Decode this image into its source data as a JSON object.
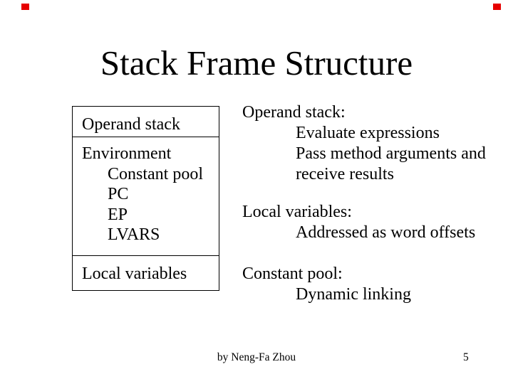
{
  "slide": {
    "title": "Stack Frame Structure",
    "stack_box": {
      "section1": [
        "Operand stack"
      ],
      "section2": [
        "Environment",
        "Constant pool",
        "PC",
        "EP",
        "LVARS"
      ],
      "section3": [
        "Local variables"
      ]
    },
    "notes": [
      {
        "heading": "Operand stack:",
        "lines": [
          "Evaluate expressions",
          "Pass method arguments and",
          "receive results"
        ]
      },
      {
        "heading": "Local variables:",
        "lines": [
          "Addressed as word offsets"
        ]
      },
      {
        "heading": "Constant pool:",
        "lines": [
          "Dynamic linking"
        ]
      }
    ],
    "footer": {
      "author": "by Neng-Fa Zhou",
      "page_number": "5"
    },
    "colors": {
      "background": "#ffffff",
      "text": "#000000",
      "corner_mark": "#e60000"
    }
  }
}
